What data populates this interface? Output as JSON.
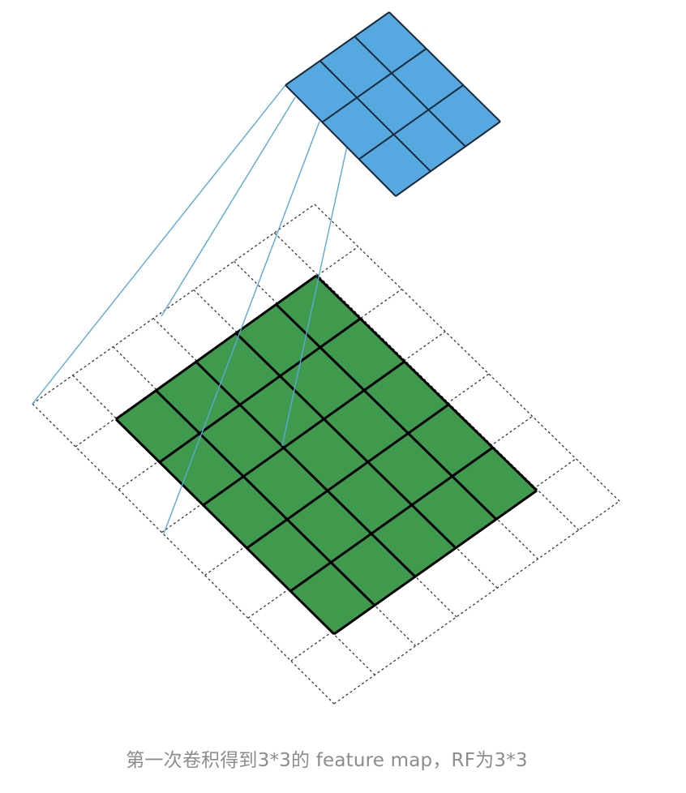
{
  "diagram": {
    "input_grid": {
      "rows": 7,
      "cols": 7,
      "style": "dotted",
      "stroke_color": "#3a3a3a"
    },
    "feature_map_1": {
      "rows": 5,
      "cols": 5,
      "fill_color": "#3f9a4e",
      "stroke_color": "#000000"
    },
    "feature_map_2": {
      "rows": 3,
      "cols": 3,
      "fill_color": "#55a8e0",
      "stroke_color": "#1a2a3a"
    },
    "connection_color": "#5aa9da"
  },
  "caption": "第一次卷积得到3*3的 feature map，RF为3*3"
}
